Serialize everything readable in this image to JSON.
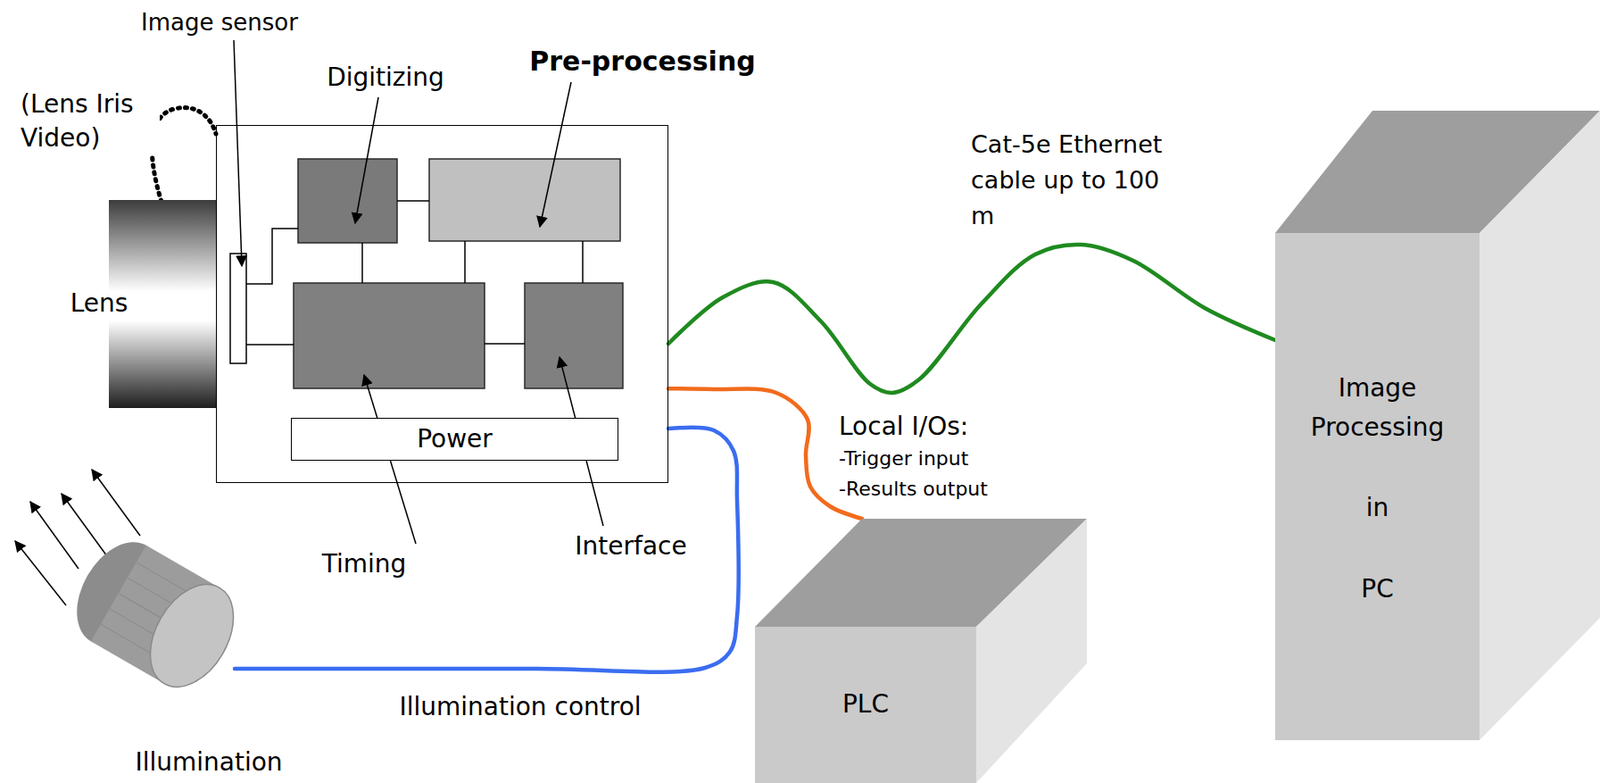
{
  "diagram": {
    "nodes": [
      {
        "text": [
          "Lens"
        ]
      },
      {
        "text": []
      },
      {
        "text": [
          "Power"
        ],
        "in": 1
      },
      {
        "text": [
          "Image Processing",
          "in",
          "PC"
        ]
      },
      {
        "text": [
          "Illumination"
        ]
      },
      {
        "text": [
          "PLC"
        ]
      }
    ],
    "edges": [
      {
        "from": 1,
        "to": 3,
        "arrow": "none",
        "label": "Cat-5e Ethernet cable up to 100 m"
      },
      {
        "from": 1,
        "to": 5,
        "arrow": "none",
        "label": "Local I/Os:"
      },
      {
        "from": 1,
        "to": 4,
        "arrow": "none",
        "label": "Illumination control"
      }
    ],
    "labels": [
      "Image sensor",
      "(Lens Iris Video)",
      "Digitizing",
      "Pre-processing",
      "Timing",
      "Interface",
      "-Trigger input",
      "-Results output"
    ]
  }
}
